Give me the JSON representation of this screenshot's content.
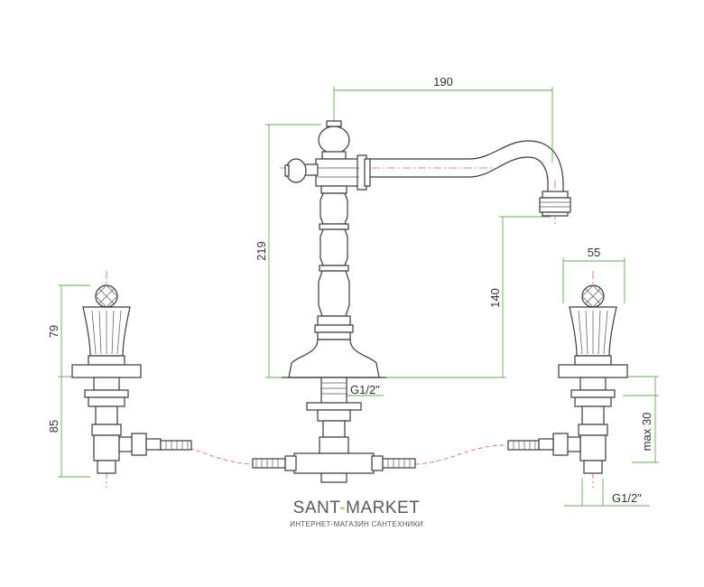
{
  "dimensions": {
    "spout_reach": "190",
    "total_height": "219",
    "spout_height": "140",
    "handle_height": "79",
    "valve_depth": "85",
    "handle_width": "55",
    "max_deck": "max 30",
    "thread_center": "G1/2\"",
    "thread_right": "G1/2\""
  },
  "logo": {
    "name_main": "SANT",
    "name_sep": "-",
    "name_rest": "MARKET",
    "tagline": "ИНТЕРНЕТ-МАГАЗИН САНТЕХНИКИ",
    "accent_color": "#e8963a"
  },
  "colors": {
    "outline": "#3a3a3a",
    "dimension_lines": "#6aaa5e",
    "center_lines": "#d46060"
  }
}
